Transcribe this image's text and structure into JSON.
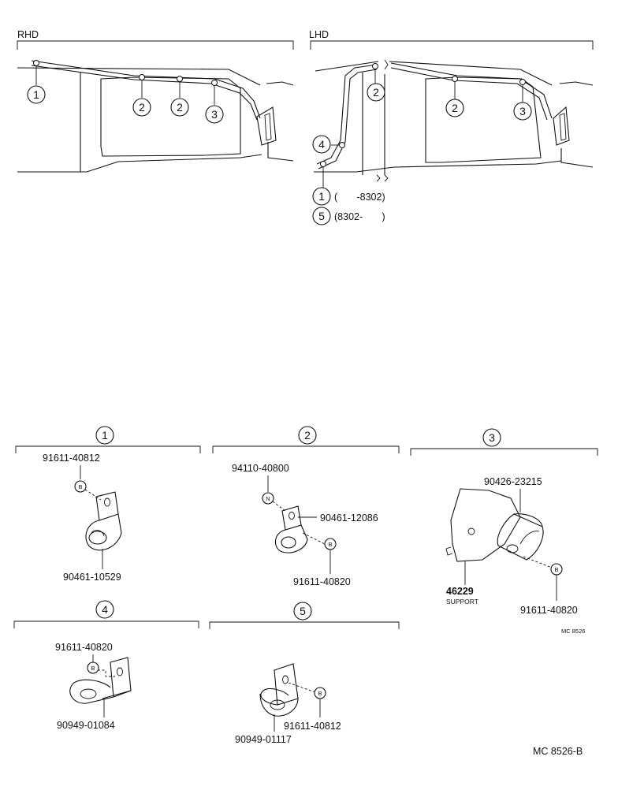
{
  "views": {
    "rhd": "RHD",
    "lhd": "LHD"
  },
  "callouts": {
    "c1": "1",
    "c2": "2",
    "c3": "3",
    "c4": "4",
    "c5": "5"
  },
  "lhd_notes": {
    "note1": "(       -8302)",
    "note5": "(8302-       )"
  },
  "groups": {
    "g1": {
      "title": "1",
      "parts": [
        "91611-40812",
        "90461-10529"
      ],
      "bolt": "B"
    },
    "g2": {
      "title": "2",
      "parts": [
        "94110-40800",
        "90461-12086",
        "91611-40820"
      ],
      "nut": "N",
      "bolt": "B"
    },
    "g3": {
      "title": "3",
      "parts": [
        "90426-23215",
        "46229",
        "91611-40820"
      ],
      "support_label": "SUPPORT",
      "bolt": "B",
      "ref": "MC 8526"
    },
    "g4": {
      "title": "4",
      "parts": [
        "91611-40820",
        "90949-01084"
      ],
      "bolt": "B"
    },
    "g5": {
      "title": "5",
      "parts": [
        "91611-40812",
        "90949-01117"
      ],
      "bolt": "B"
    }
  },
  "footer_ref": "MC 8526-B"
}
